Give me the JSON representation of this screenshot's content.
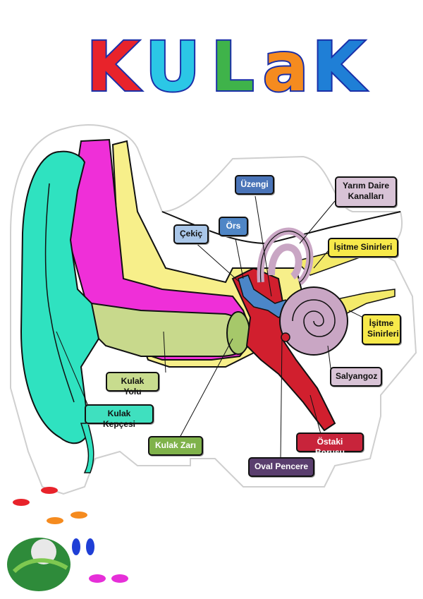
{
  "title": "KULAK",
  "title_letters": [
    {
      "char": "K",
      "color": "#e8232b"
    },
    {
      "char": "U",
      "color": "#2bc7e6"
    },
    {
      "char": "L",
      "color": "#3fb34a"
    },
    {
      "char": "a",
      "color": "#f58b1f"
    },
    {
      "char": "K",
      "color": "#1f7fd6"
    }
  ],
  "labels": {
    "uzengi": {
      "text": "Üzengi",
      "bg": "#4a74b8",
      "fg": "#ffffff"
    },
    "ors": {
      "text": "Örs",
      "bg": "#4f86c6",
      "fg": "#ffffff"
    },
    "cekic": {
      "text": "Çekiç",
      "bg": "#a9c6e8",
      "fg": "#111111"
    },
    "yarim_daire": {
      "line1": "Yarım Daire",
      "line2": "Kanalları",
      "bg": "#d8c3d6",
      "fg": "#111111"
    },
    "isitme1": {
      "text": "İşitme Sinirleri",
      "bg": "#f7e94a",
      "fg": "#111111"
    },
    "isitme2": {
      "line1": "İşitme",
      "line2": "Sinirleri",
      "bg": "#f7e94a",
      "fg": "#111111"
    },
    "salyangoz": {
      "text": "Salyangoz",
      "bg": "#d8c3d6",
      "fg": "#111111"
    },
    "kulak_yolu": {
      "text": "Kulak Yolu",
      "bg": "#c8dc8e",
      "fg": "#111111"
    },
    "kulak_kepcesi": {
      "text": "Kulak Kepçesi",
      "bg": "#3fe0bf",
      "fg": "#111111"
    },
    "kulak_zari": {
      "text": "Kulak Zarı",
      "bg": "#7fb24a",
      "fg": "#ffffff"
    },
    "ostaki": {
      "text": "Östaki Borusu",
      "bg": "#c8243b",
      "fg": "#ffffff"
    },
    "oval_pencere": {
      "text": "Oval Pencere",
      "bg": "#5a3e6e",
      "fg": "#ffffff"
    }
  },
  "colors": {
    "outer_ear": "#2fe2c0",
    "canal": "#ef2fd8",
    "bone": "#f7ef8a",
    "canal_inner": "#c8d98c",
    "middle_ear": "#d11f2e",
    "ossicles": "#4b86c8",
    "cochlea": "#c9a6c4",
    "nerves": "#f4ea6a"
  }
}
